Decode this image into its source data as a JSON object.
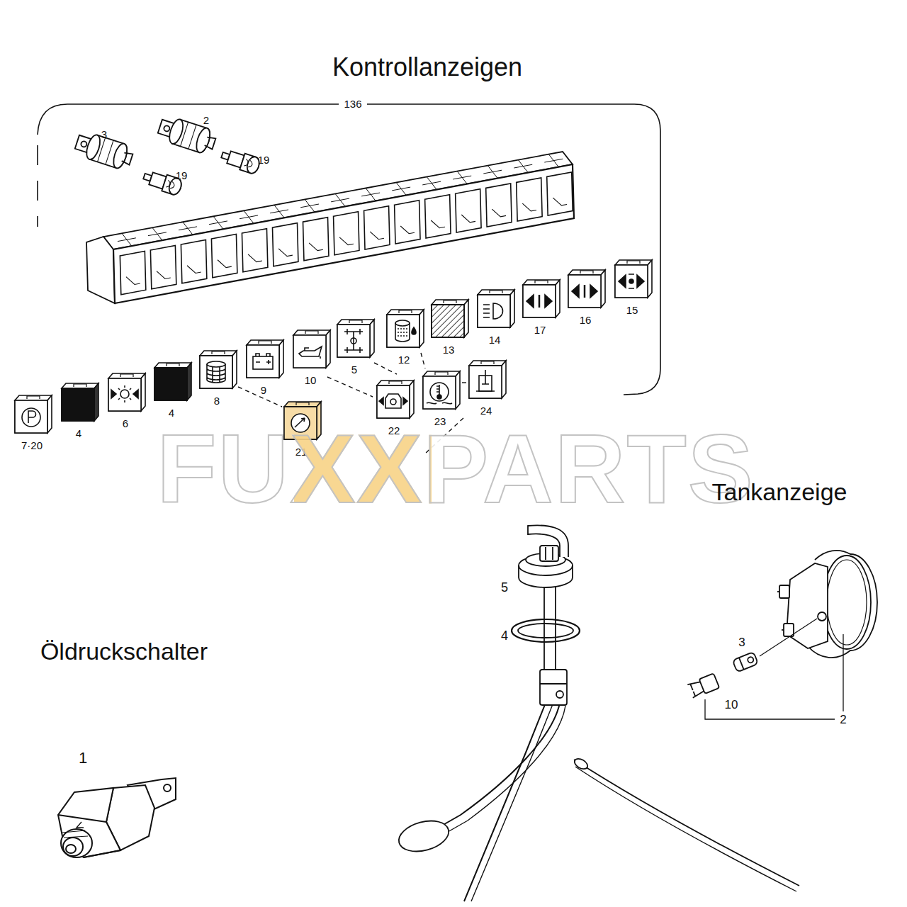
{
  "diagram": {
    "labels": [
      "Kontrollanzeigen",
      "136",
      "3",
      "2",
      "19",
      "19",
      "15",
      "16",
      "17",
      "14",
      "13",
      "12",
      "5",
      "10",
      "9",
      "8",
      "4",
      "6",
      "4",
      "7·20",
      "21",
      "22",
      "23",
      "24",
      "FUXXPARTS",
      "Tankanzeige",
      "5",
      "4",
      "3",
      "10",
      "2",
      "Öldruckschalter",
      "1"
    ]
  }
}
